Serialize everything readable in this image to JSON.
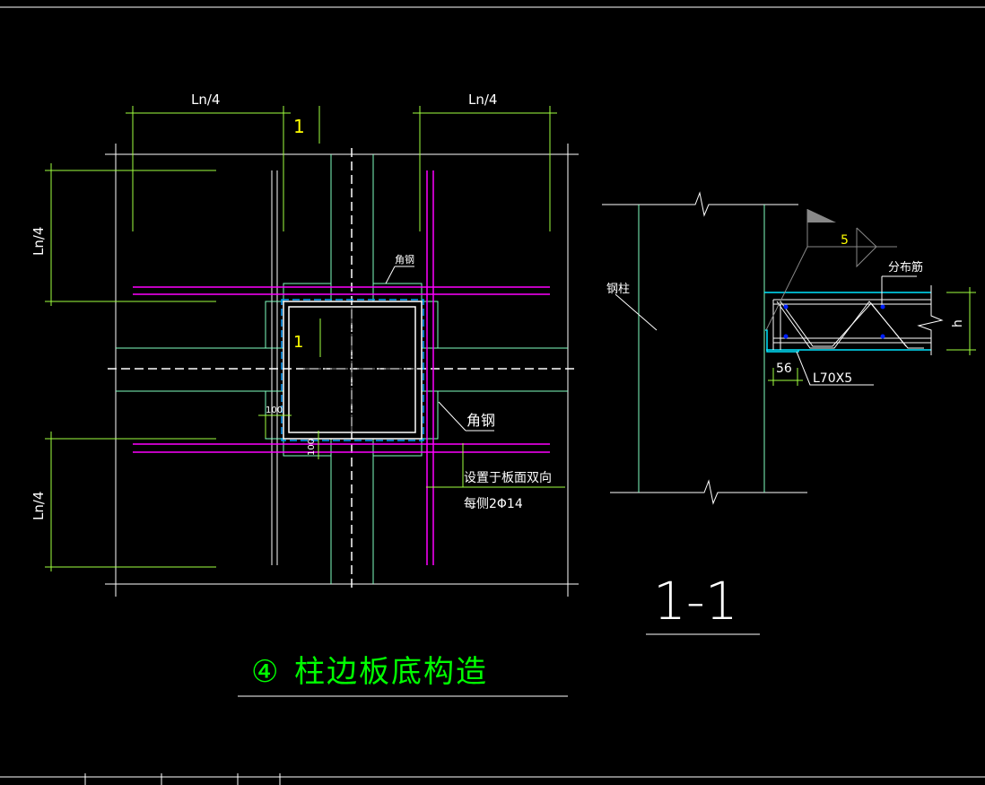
{
  "plan": {
    "dim_top_left": "Ln/4",
    "dim_top_right": "Ln/4",
    "dim_left_top": "Ln/4",
    "dim_left_bottom": "Ln/4",
    "section_mark_top": "1",
    "section_mark_inner": "1",
    "angle_label_top": "角钢",
    "angle_label_right": "角钢",
    "dim_100_h": "100",
    "dim_100_v": "100",
    "rebar_note_line1": "设置于板面双向",
    "rebar_note_line2": "每侧2Φ14",
    "title_number": "④",
    "title": "柱边板底构造"
  },
  "section": {
    "column_label": "钢柱",
    "weld_size": "5",
    "distribution_rebar_label": "分布筋",
    "height_label": "h",
    "dim_56": "56",
    "angle_spec": "L70X5",
    "title": "1-1"
  },
  "colors": {
    "background": "#000000",
    "structure": "#80ffc0",
    "rebar": "#ff00ff",
    "dimension": "#9fff3f",
    "title": "#00ff00"
  }
}
